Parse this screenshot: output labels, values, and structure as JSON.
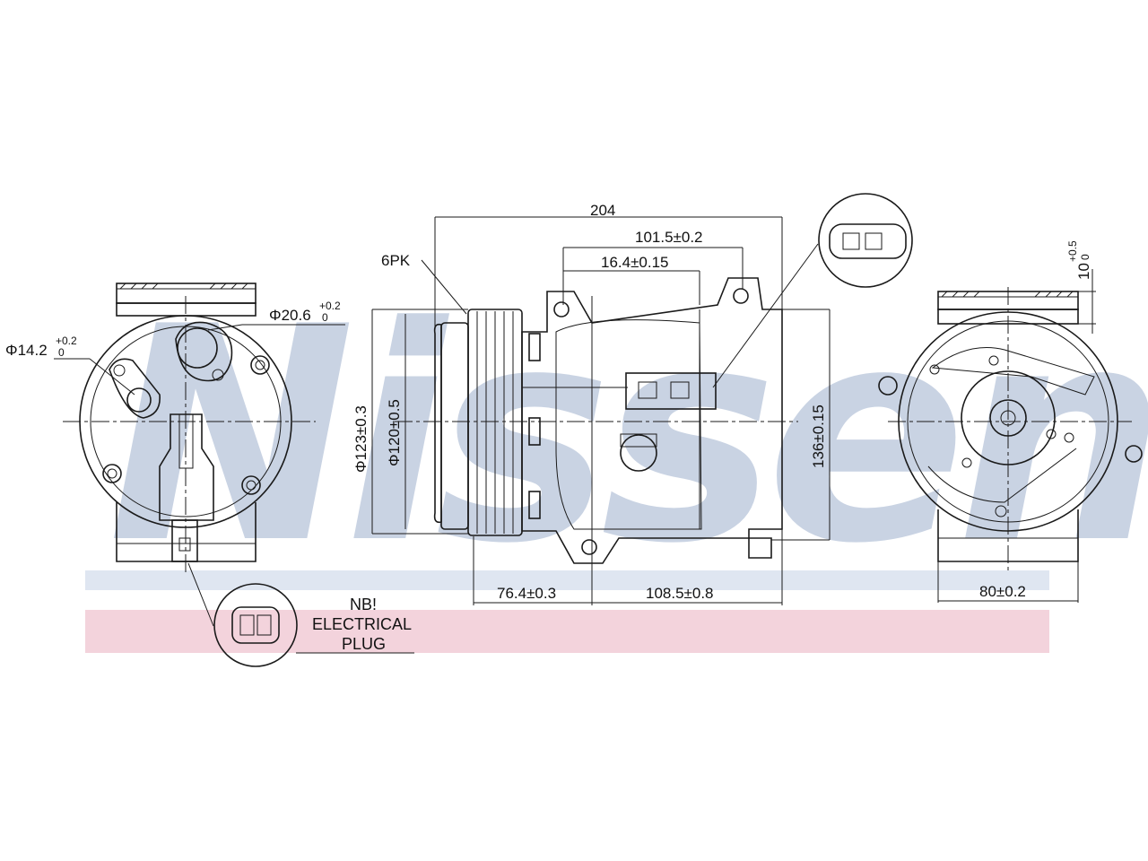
{
  "watermark": {
    "text": "Nissens",
    "color": "#c9d3e3",
    "band_blue": "#dfe6f1",
    "band_pink": "#f3d3dc"
  },
  "dimensions": {
    "overall_length": "204",
    "connector_offset": "101.5±0.2",
    "connector_offset_2": "16.4±0.15",
    "pulley_type": "6PK",
    "port_diameter_large": "Φ20.6",
    "port_diameter_large_tol": "+0.2",
    "port_diameter_large_tol_low": "0",
    "port_diameter_small": "Φ14.2",
    "port_diameter_small_tol": "+0.2",
    "port_diameter_small_tol_low": "0",
    "pulley_outer": "Φ123±0.3",
    "pulley_inner": "Φ120±0.5",
    "body_height": "136±0.15",
    "pulley_to_mount": "76.4±0.3",
    "mount_to_rear": "108.5±0.8",
    "mount_width": "80±0.2",
    "mount_thickness": "10",
    "mount_thickness_tol": "+0.5",
    "mount_thickness_tol_low": "0"
  },
  "note": {
    "line1": "NB!",
    "line2": "ELECTRICAL",
    "line3": "PLUG"
  }
}
